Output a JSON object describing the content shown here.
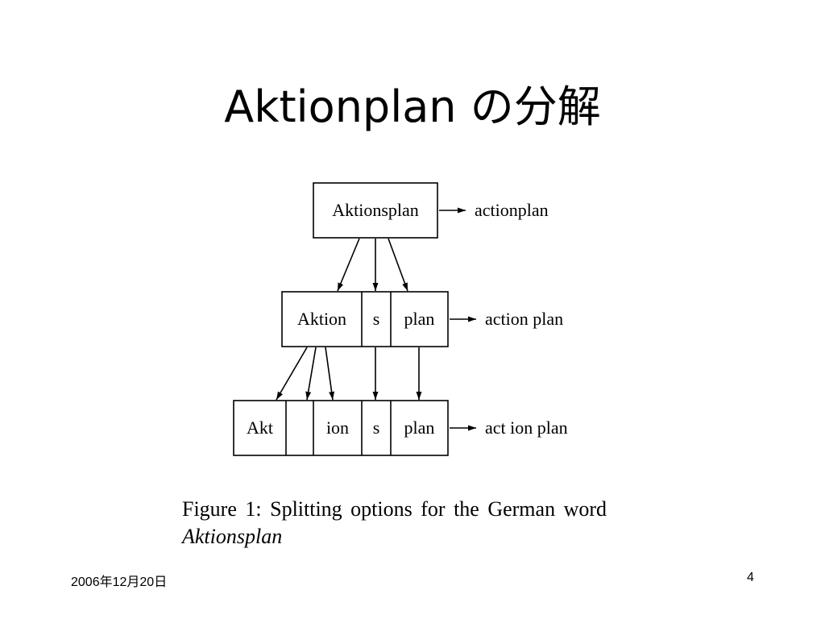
{
  "slide": {
    "title": "Aktionplan の分解",
    "date": "2006年12月20日",
    "page_number": "4"
  },
  "diagram": {
    "level1": {
      "segments": [
        "Aktionsplan"
      ],
      "gloss": "actionplan"
    },
    "level2": {
      "segments": [
        "Aktion",
        "s",
        "plan"
      ],
      "gloss": "action plan"
    },
    "level3": {
      "segments": [
        "Akt",
        "",
        "ion",
        "s",
        "plan"
      ],
      "gloss": "act ion plan"
    }
  },
  "caption": {
    "line1": "Figure 1:  Splitting options for the German word",
    "line2": "Aktionsplan"
  }
}
